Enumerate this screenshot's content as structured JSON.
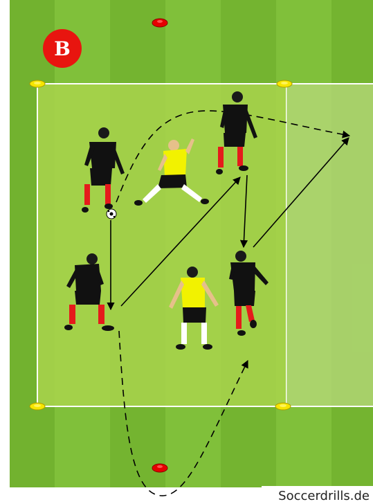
{
  "badge": {
    "label": "B",
    "color": "#e8150f"
  },
  "watermark": "Soccerdrills.de",
  "colors": {
    "grass_dark": "#6eb02c",
    "grass_light": "#82c33c",
    "zone_fill": "#a5d04a",
    "zone_fill_light": "#b5d77a",
    "cone_yellow": "#ffee00",
    "cone_red": "#e60000",
    "team_black": "#111111",
    "team_yellow": "#f2f200",
    "sock_red": "#e51b1b"
  },
  "players": [
    {
      "team": "black",
      "role": "upper-left with ball"
    },
    {
      "team": "yellow",
      "role": "upper defender"
    },
    {
      "team": "black",
      "role": "top-center"
    },
    {
      "team": "black",
      "role": "lower-left"
    },
    {
      "team": "yellow",
      "role": "lower defender"
    },
    {
      "team": "black",
      "role": "lower-right"
    }
  ],
  "icons": [
    "cone-icon",
    "ball-icon",
    "player-icon",
    "arrow-icon"
  ]
}
